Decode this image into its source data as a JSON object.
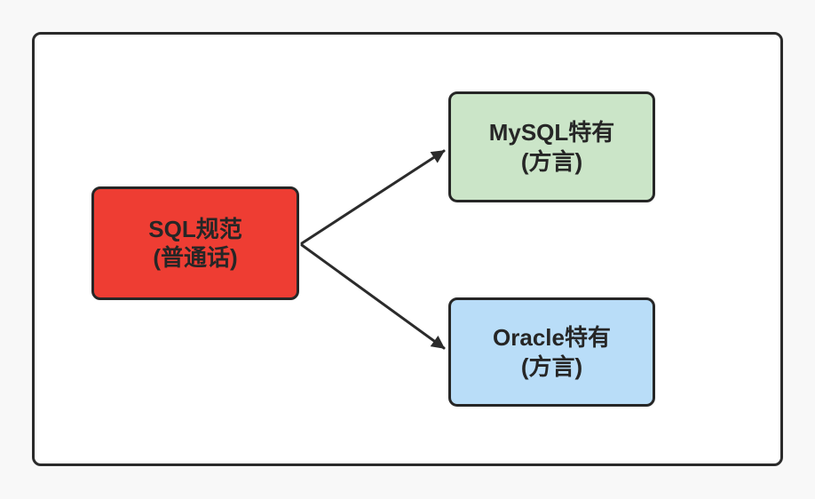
{
  "canvas": {
    "background_color": "#f8f8f8",
    "frame_fill": "#ffffff",
    "frame_border_color": "#2b2b2b",
    "edge_color": "#2b2b2b",
    "text_color": "#262626"
  },
  "diagram": {
    "nodes": [
      {
        "id": "sql-standard",
        "label": "SQL规范",
        "sublabel": "(普通话)",
        "fill": "#ee3d33"
      },
      {
        "id": "mysql",
        "label": "MySQL特有",
        "sublabel": "(方言)",
        "fill": "#cbe5c8"
      },
      {
        "id": "oracle",
        "label": "Oracle特有",
        "sublabel": "(方言)",
        "fill": "#b9ddf8"
      }
    ],
    "edges": [
      {
        "from": "sql-standard",
        "to": "mysql"
      },
      {
        "from": "sql-standard",
        "to": "oracle"
      }
    ]
  }
}
